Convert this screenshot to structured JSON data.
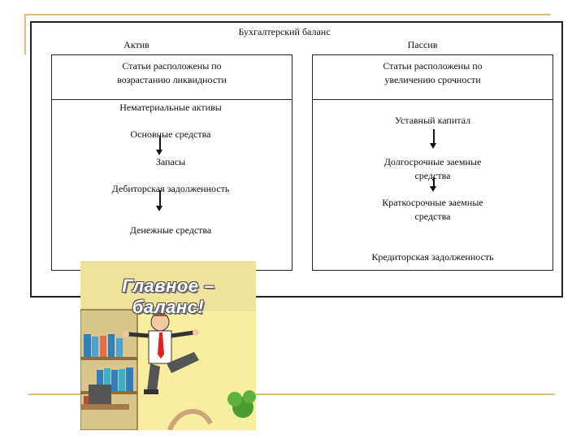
{
  "title": "Бухгалтерский  баланс",
  "assets": {
    "header": "Актив",
    "subtitle_line1": "Статьи расположены по",
    "subtitle_line2": "возрастанию ликвидности",
    "items": [
      "Нематериальные активы",
      "Основные  средства",
      "Запасы",
      "Дебиторская задолженность",
      "Денежные  средства"
    ]
  },
  "liabilities": {
    "header": "Пассив",
    "subtitle_line1": "Статьи расположены по",
    "subtitle_line2": "увеличению срочности",
    "items": [
      {
        "line1": "Уставный капитал"
      },
      {
        "line1": "Долгосрочные заемные",
        "line2": "средства"
      },
      {
        "line1": "Краткосрочные заемные",
        "line2": "средства"
      },
      {
        "line1": "Кредиторская задолженность"
      }
    ]
  },
  "illustration": {
    "caption": "Главное – баланс!"
  },
  "colors": {
    "accent_line": "#d9c27a",
    "picture_bg": "#f8f0a0",
    "border": "#222222"
  }
}
